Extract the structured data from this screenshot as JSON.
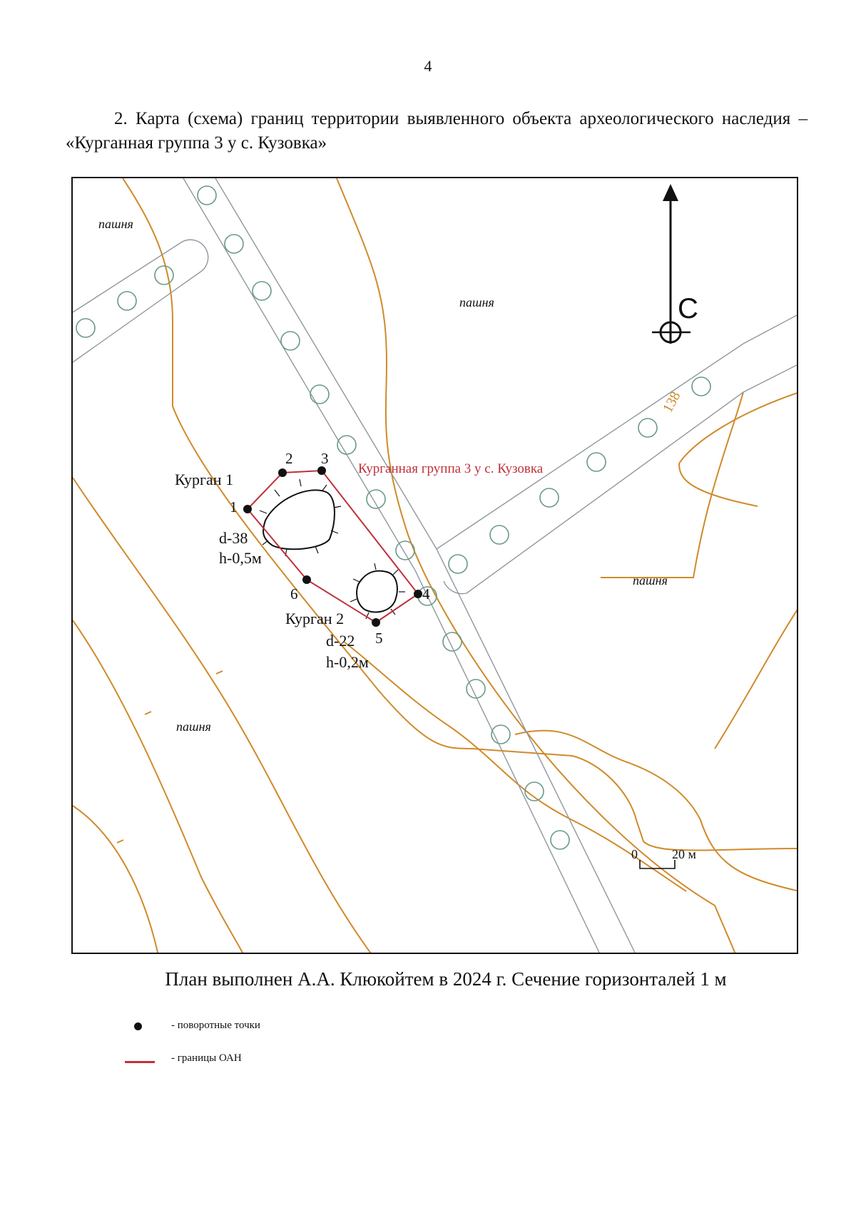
{
  "page": {
    "number": "4"
  },
  "heading": "2. Карта (схема) границ территории выявленного объекта археологического наследия – «Курганная группа 3 у с. Кузовка»",
  "map": {
    "object_label": "Курганная группа 3 у с. Кузовка",
    "field_labels": [
      "пашня",
      "пашня",
      "пашня",
      "пашня"
    ],
    "north_letter": "С",
    "contour_label": "138",
    "turning_points": [
      "1",
      "2",
      "3",
      "4",
      "5",
      "6"
    ],
    "kurgan_1": {
      "name": "Курган 1",
      "diameter": "d-38",
      "height": "h-0,5м"
    },
    "kurgan_2": {
      "name": "Курган 2",
      "diameter": "d-22",
      "height": "h-0,2м"
    },
    "scale": {
      "zero": "0",
      "length": "20 м"
    },
    "colors": {
      "boundary": "#c0303a",
      "contours": "#d08a2a",
      "road": "#8f98a0",
      "well_circles": "#4c9a78",
      "object_label": "#c0303a"
    }
  },
  "caption": "План выполнен А.А. Клюкойтем в 2024 г. Сечение горизонталей 1 м",
  "legend": [
    {
      "symbol": "dot",
      "text": "- поворотные точки"
    },
    {
      "symbol": "red-line",
      "text": "- границы ОАН"
    }
  ]
}
